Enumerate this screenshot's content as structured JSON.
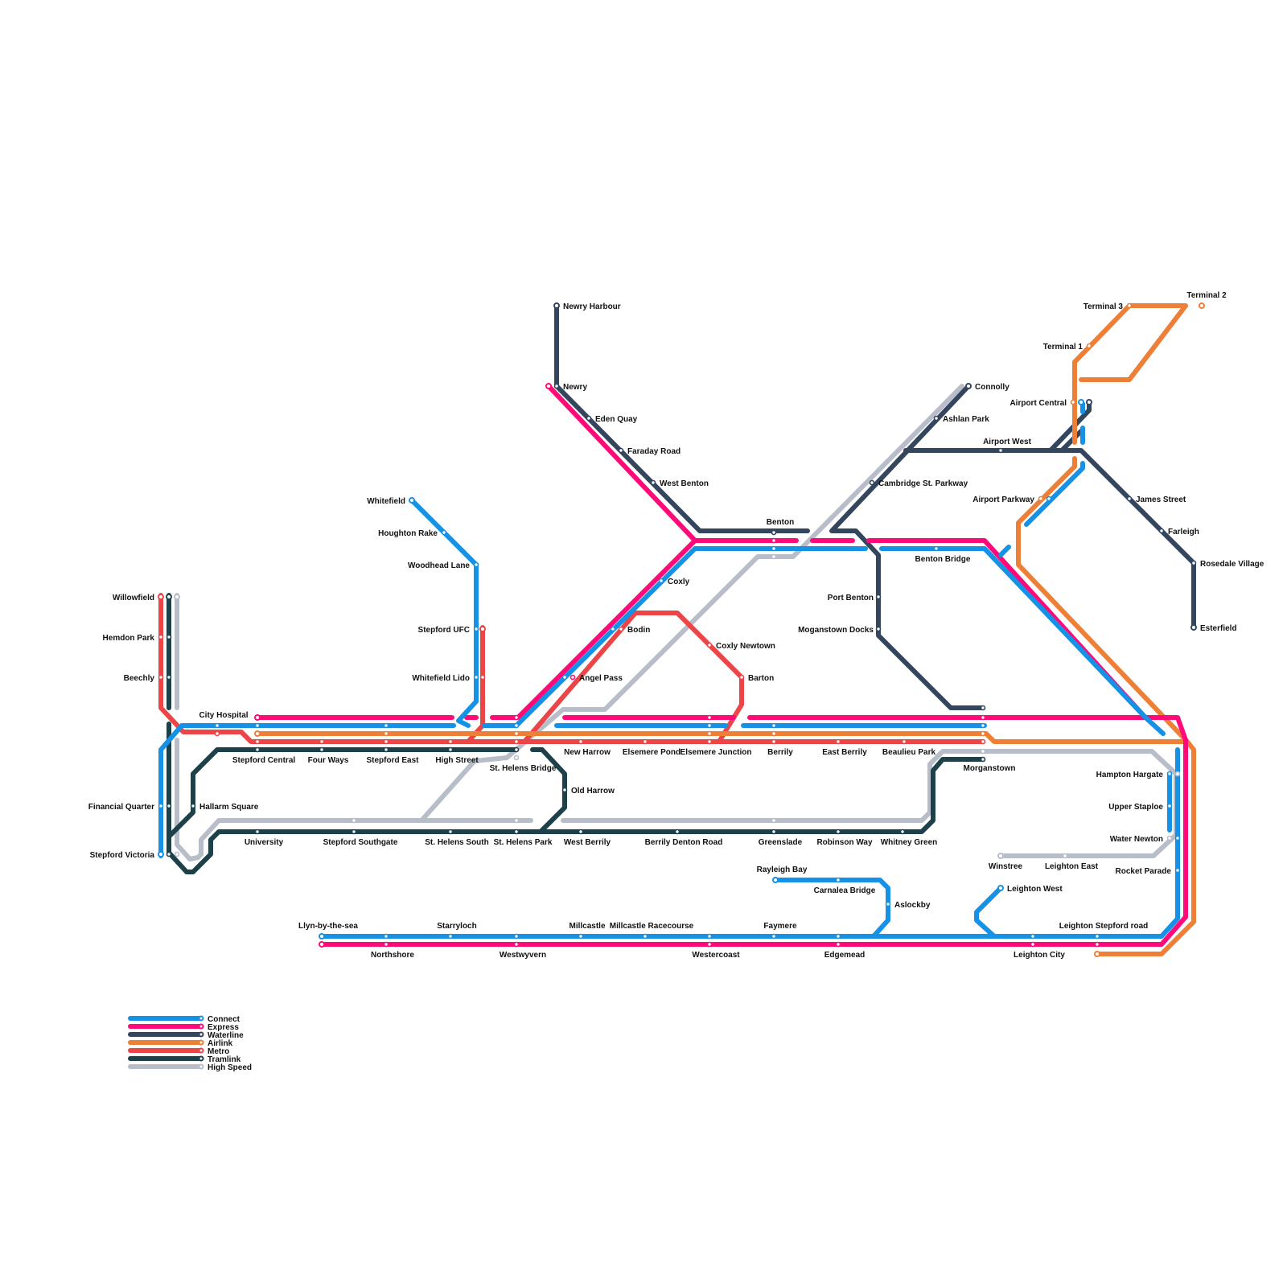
{
  "lines": {
    "connect": {
      "name": "Connect",
      "color": "#1591e6"
    },
    "express": {
      "name": "Express",
      "color": "#ff0a78"
    },
    "waterline": {
      "name": "Waterline",
      "color": "#34465e"
    },
    "airlink": {
      "name": "Airlink",
      "color": "#ee7f36"
    },
    "metro": {
      "name": "Metro",
      "color": "#eb4548"
    },
    "tramlink": {
      "name": "Tramlink",
      "color": "#1d414b"
    },
    "highspeed": {
      "name": "High Speed",
      "color": "#b8bec9"
    }
  },
  "stations": {
    "newry_harbour": "Newry Harbour",
    "newry": "Newry",
    "eden_quay": "Eden Quay",
    "faraday_road": "Faraday Road",
    "west_benton": "West Benton",
    "benton": "Benton",
    "coxly": "Coxly",
    "bodin": "Bodin",
    "coxly_newtown": "Coxly Newtown",
    "barton": "Barton",
    "angel_pass": "Angel Pass",
    "connolly": "Connolly",
    "ashlan_park": "Ashlan Park",
    "cambridge_st_parkway": "Cambridge St. Parkway",
    "benton_bridge": "Benton Bridge",
    "port_benton": "Port Benton",
    "moganstown_docks": "Moganstown Docks",
    "terminal_3": "Terminal 3",
    "terminal_2": "Terminal 2",
    "terminal_1": "Terminal 1",
    "airport_central": "Airport Central",
    "airport_west": "Airport West",
    "airport_parkway": "Airport Parkway",
    "james_street": "James Street",
    "farleigh": "Farleigh",
    "rosedale_village": "Rosedale Village",
    "esterfield": "Esterfield",
    "whitefield": "Whitefield",
    "houghton_rake": "Houghton Rake",
    "woodhead_lane": "Woodhead Lane",
    "stepford_ufc": "Stepford UFC",
    "whitefield_lido": "Whitefield Lido",
    "willowfield": "Willowfield",
    "hemdon_park": "Hemdon Park",
    "beechly": "Beechly",
    "city_hospital": "City Hospital",
    "stepford_central": "Stepford Central",
    "four_ways": "Four Ways",
    "stepford_east": "Stepford East",
    "high_street": "High Street",
    "st_helens_bridge": "St. Helens Bridge",
    "new_harrow": "New Harrow",
    "elsemere_pond": "Elsemere Pond",
    "elsemere_junction": "Elsemere Junction",
    "berrily": "Berrily",
    "east_berrily": "East Berrily",
    "beaulieu_park": "Beaulieu Park",
    "morganstown": "Morganstown",
    "old_harrow": "Old Harrow",
    "financial_quarter": "Financial Quarter",
    "hallarm_square": "Hallarm Square",
    "stepford_victoria": "Stepford Victoria",
    "university": "University",
    "stepford_southgate": "Stepford Southgate",
    "st_helens_south": "St. Helens South",
    "st_helens_park": "St. Helens Park",
    "west_berrily": "West Berrily",
    "berrily_denton_road": "Berrily Denton Road",
    "greenslade": "Greenslade",
    "robinson_way": "Robinson Way",
    "whitney_green": "Whitney Green",
    "hampton_hargate": "Hampton Hargate",
    "upper_staploe": "Upper Staploe",
    "water_newton": "Water Newton",
    "rocket_parade": "Rocket Parade",
    "winstree": "Winstree",
    "leighton_east": "Leighton East",
    "rayleigh_bay": "Rayleigh Bay",
    "carnalea_bridge": "Carnalea Bridge",
    "aslockby": "Aslockby",
    "leighton_west": "Leighton West",
    "llyn_by_the_sea": "Llyn-by-the-sea",
    "northshore": "Northshore",
    "starryloch": "Starryloch",
    "westwyvern": "Westwyvern",
    "millcastle": "Millcastle",
    "millcastle_racecourse": "Millcastle Racecourse",
    "westercoast": "Westercoast",
    "faymere": "Faymere",
    "edgemead": "Edgemead",
    "leighton_stepford_road": "Leighton Stepford road",
    "leighton_city": "Leighton City"
  },
  "legend": [
    "connect",
    "express",
    "waterline",
    "airlink",
    "metro",
    "tramlink",
    "highspeed"
  ]
}
